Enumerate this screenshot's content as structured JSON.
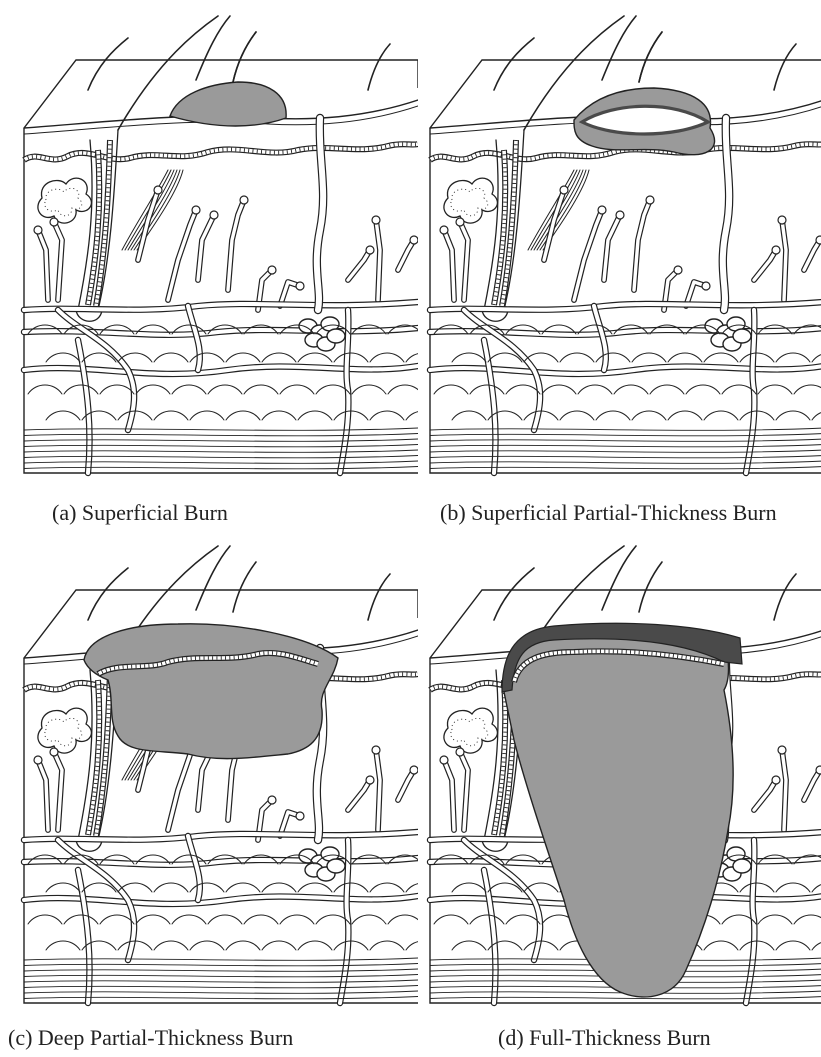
{
  "figure": {
    "panels": [
      {
        "id": "a",
        "caption": "(a) Superficial Burn",
        "burn": "superficial"
      },
      {
        "id": "b",
        "caption": "(b) Superficial Partial-Thickness Burn",
        "burn": "superficial-partial"
      },
      {
        "id": "c",
        "caption": "(c) Deep Partial-Thickness Burn",
        "burn": "deep-partial"
      },
      {
        "id": "d",
        "caption": "(d) Full-Thickness Burn",
        "burn": "full"
      }
    ]
  },
  "colors": {
    "ink": "#222222",
    "burn_gray": "#9a9a9a",
    "burn_dark": "#4a4a4a",
    "paper": "#ffffff"
  }
}
